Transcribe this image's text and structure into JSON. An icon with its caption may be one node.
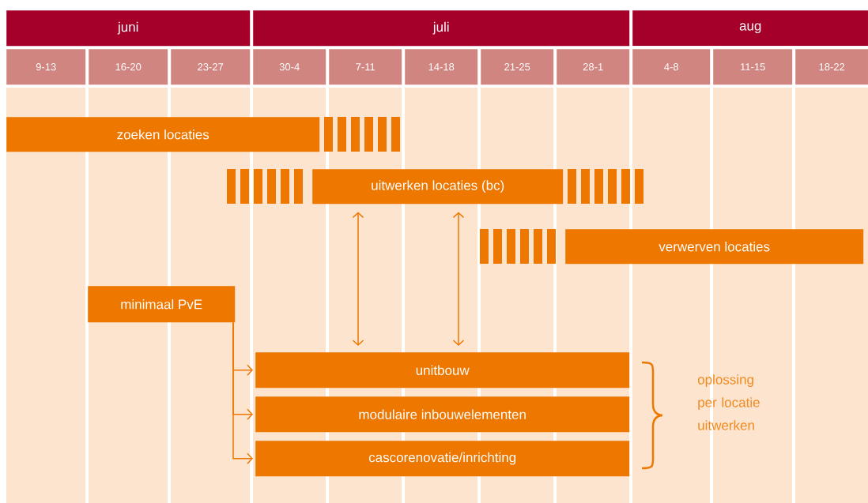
{
  "diagram": {
    "nodes": [
      {
        "text": [
          "juni"
        ]
      },
      {
        "text": [
          "juli"
        ]
      },
      {
        "text": [
          "aug"
        ]
      },
      {
        "text": [
          "9-13"
        ]
      },
      {
        "text": [
          "16-20"
        ]
      },
      {
        "text": [
          "23-27"
        ]
      },
      {
        "text": [
          "30-4"
        ]
      },
      {
        "text": [
          "7-11"
        ]
      },
      {
        "text": [
          "14-18"
        ]
      },
      {
        "text": [
          "21-25"
        ]
      },
      {
        "text": [
          "28-1"
        ]
      },
      {
        "text": [
          "4-8"
        ]
      },
      {
        "text": [
          "11-15"
        ]
      },
      {
        "text": [
          "18-22"
        ]
      },
      {
        "text": [
          "zoeken locaties"
        ]
      },
      {
        "text": [
          "uitwerken locaties (bc)"
        ]
      },
      {
        "text": [
          "verwerven locaties"
        ]
      },
      {
        "text": [
          "minimaal PvE"
        ]
      },
      {
        "text": [
          "unitbouw"
        ]
      },
      {
        "text": [
          "modulaire inbouwelementen"
        ]
      },
      {
        "text": [
          "cascorenovatie/inrichting"
        ]
      }
    ],
    "edges": [
      {
        "from": 15,
        "to": 18,
        "arrow": "both"
      },
      {
        "from": 15,
        "to": 18,
        "arrow": "both"
      },
      {
        "from": 17,
        "to": 18,
        "arrow": "to"
      },
      {
        "from": 17,
        "to": 19,
        "arrow": "to"
      },
      {
        "from": 17,
        "to": 20,
        "arrow": "to"
      }
    ],
    "labels": [
      "oplossing per locatie uitwerken"
    ]
  }
}
